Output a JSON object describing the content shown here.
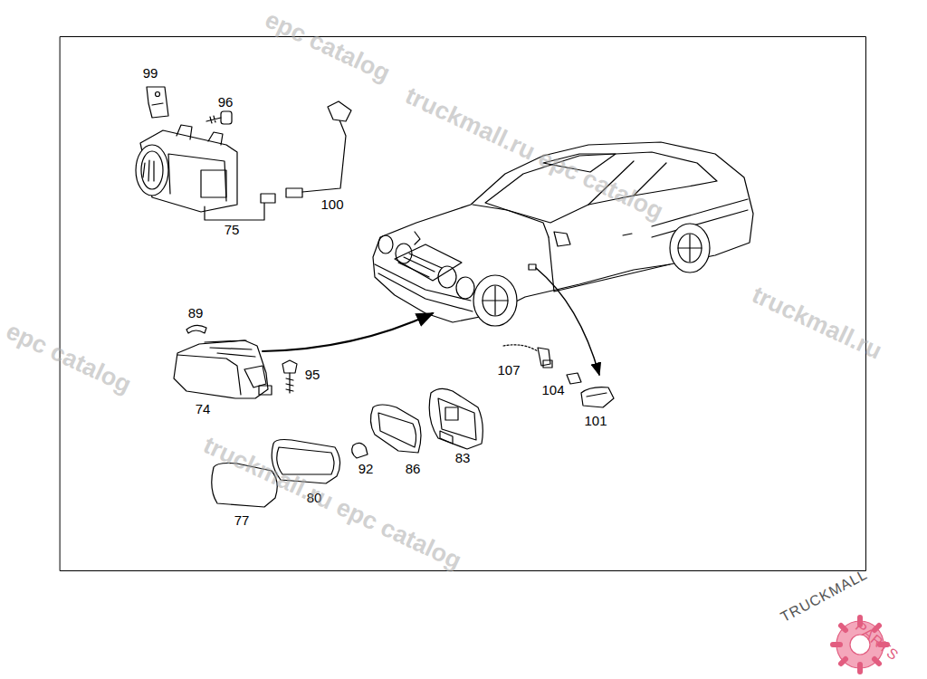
{
  "diagram": {
    "labels": [
      "99",
      "96",
      "100",
      "75",
      "89",
      "95",
      "74",
      "107",
      "104",
      "101",
      "92",
      "86",
      "83",
      "80",
      "77",
      "epc catalog",
      "truckmall.ru epc catalog",
      "truckmall.ru",
      "epc catalog",
      "truckmall.ru epc catalog",
      "TRUCKMALL",
      "PARTS"
    ]
  }
}
